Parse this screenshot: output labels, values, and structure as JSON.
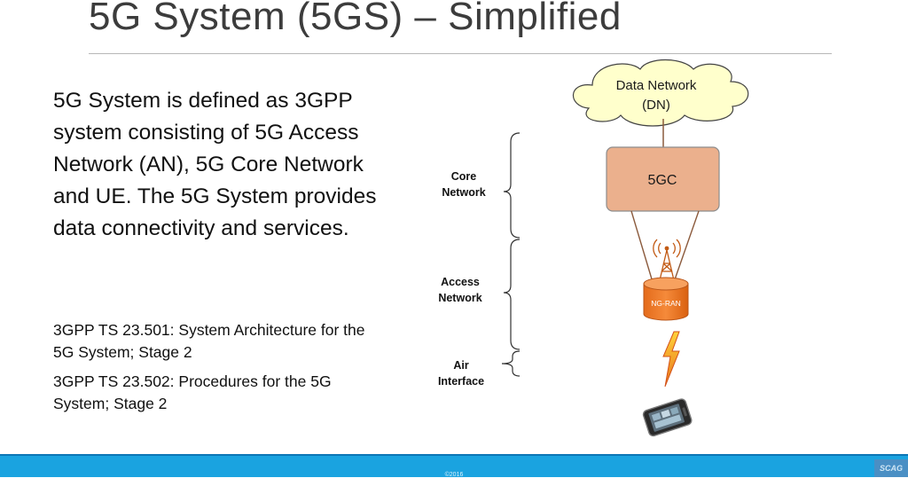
{
  "slide": {
    "title": "5G System (5GS) – Simplified",
    "body": "5G System is defined as 3GPP system consisting of 5G Access Network (AN), 5G Core Network and UE. The 5G System provides data connectivity and services.",
    "references": [
      "3GPP TS 23.501: System Architecture for the 5G System; Stage 2",
      "3GPP TS 23.502: Procedures for the 5G System; Stage 2"
    ]
  },
  "diagram": {
    "data_network": {
      "line1": "Data Network",
      "line2": "(DN)"
    },
    "core": {
      "label": "5GC",
      "fill": "#ebb08d"
    },
    "ran": {
      "label": "NG-RAN",
      "fill": "#f07f2e"
    },
    "brackets": [
      {
        "line1": "Core",
        "line2": "Network"
      },
      {
        "line1": "Access",
        "line2": "Network"
      },
      {
        "line1": "Air",
        "line2": "Interface"
      }
    ],
    "icons": [
      "cloud-icon",
      "antenna-icon",
      "lightning-icon",
      "smartphone-icon"
    ]
  },
  "footer": {
    "copyright": "©2016",
    "logo": "SCAG",
    "color": "#1aa3e0"
  }
}
